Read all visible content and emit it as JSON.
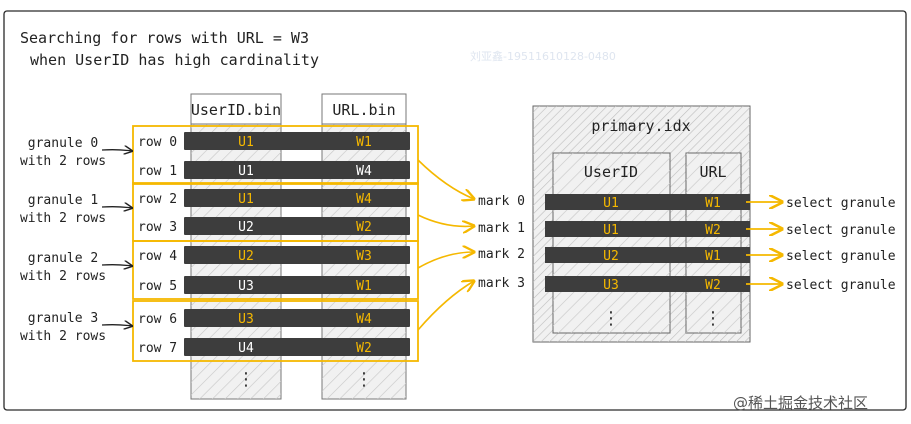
{
  "title": {
    "line1": "Searching for rows with URL = W3",
    "line2": "when UserID has high cardinality"
  },
  "columns": {
    "userid_bin": "UserID.bin",
    "url_bin": "URL.bin"
  },
  "rows": [
    {
      "label": "row 0",
      "userid": "U1",
      "url": "W1"
    },
    {
      "label": "row 1",
      "userid": "U1",
      "url": "W4"
    },
    {
      "label": "row 2",
      "userid": "U1",
      "url": "W4"
    },
    {
      "label": "row 3",
      "userid": "U2",
      "url": "W2"
    },
    {
      "label": "row 4",
      "userid": "U2",
      "url": "W3"
    },
    {
      "label": "row 5",
      "userid": "U3",
      "url": "W1"
    },
    {
      "label": "row 6",
      "userid": "U3",
      "url": "W4"
    },
    {
      "label": "row 7",
      "userid": "U4",
      "url": "W2"
    }
  ],
  "granules": [
    {
      "name": "granule 0",
      "sub": "with 2 rows"
    },
    {
      "name": "granule 1",
      "sub": "with 2 rows"
    },
    {
      "name": "granule 2",
      "sub": "with 2 rows"
    },
    {
      "name": "granule 3",
      "sub": "with 2 rows"
    }
  ],
  "primary": {
    "title": "primary.idx",
    "col_userid": "UserID",
    "col_url": "URL",
    "marks": [
      {
        "label": "mark 0",
        "userid": "U1",
        "url": "W1",
        "action": "select granule"
      },
      {
        "label": "mark 1",
        "userid": "U1",
        "url": "W2",
        "action": "select granule"
      },
      {
        "label": "mark 2",
        "userid": "U2",
        "url": "W1",
        "action": "select granule"
      },
      {
        "label": "mark 3",
        "userid": "U3",
        "url": "W2",
        "action": "select granule"
      }
    ]
  },
  "ellipsis": "⋮",
  "watermark": {
    "site": "@稀土掘金技术社区",
    "overlay": "刘亚鑫-19511610128-0480"
  },
  "colors": {
    "accent": "#f5b800",
    "dark_row": "#3d3d3d",
    "row_text": "#ffffff",
    "stroke": "#222222",
    "hatch": "#c9c9c9"
  }
}
